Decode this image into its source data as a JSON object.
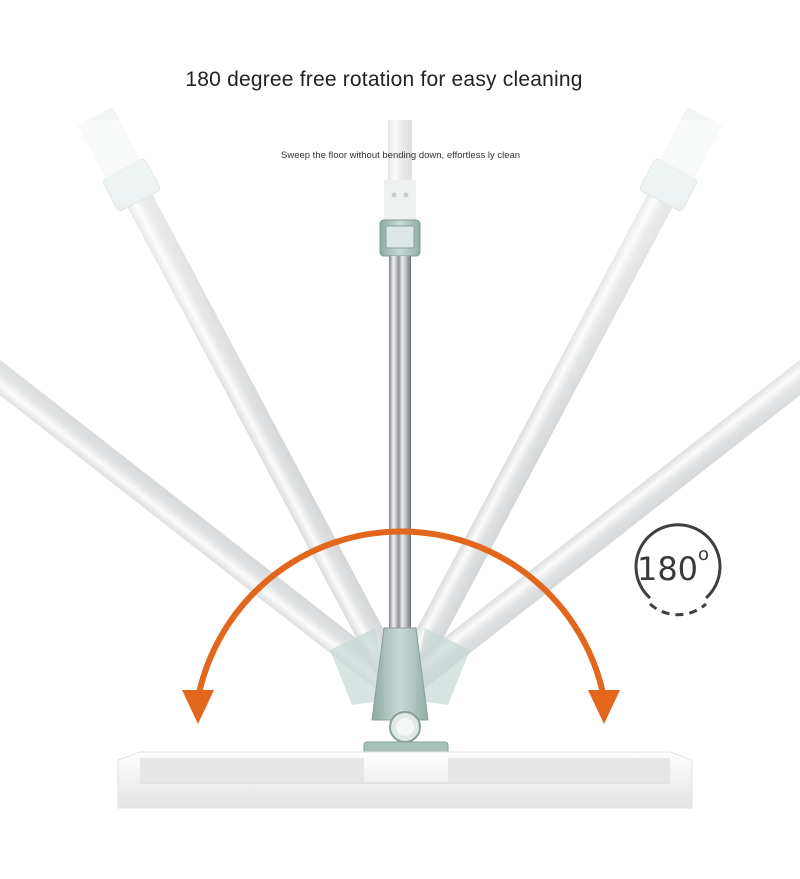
{
  "headline": "180 degree free rotation for easy cleaning",
  "subline": "Sweep the floor without bending down, effortless ly clean",
  "badge": {
    "value": "180",
    "unit": "o"
  },
  "colors": {
    "arrow": "#e2661b",
    "handle_metal": "#b9bcbf",
    "joint": "#a9c1bb",
    "blade": "#f2f2f2"
  },
  "icons": {
    "rotation_arrow": "curved-double-arrow-icon",
    "rotation_badge": "rotation-180-icon"
  }
}
